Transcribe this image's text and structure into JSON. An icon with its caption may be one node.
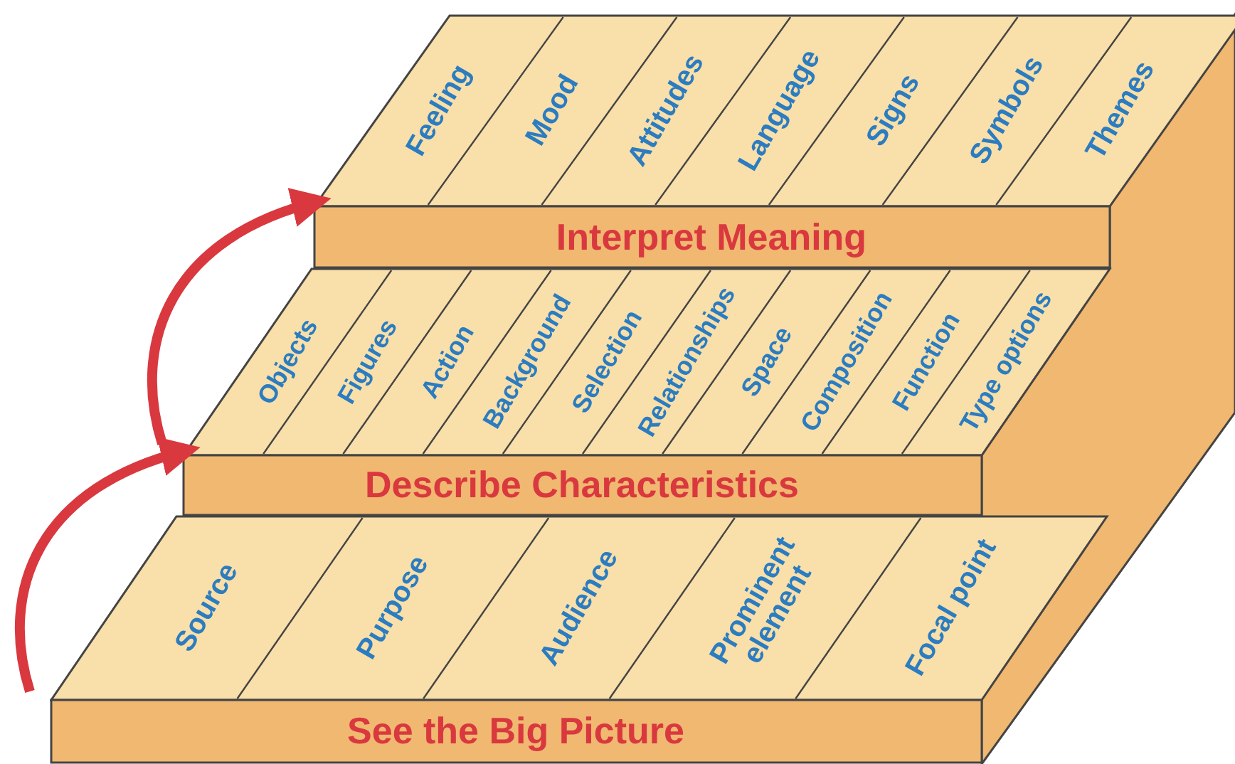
{
  "diagram": {
    "nodes": [
      {
        "text": [
          "Interpret Meaning"
        ]
      },
      {
        "text": [
          "Feeling"
        ],
        "in": 0
      },
      {
        "text": [
          "Mood"
        ],
        "in": 0
      },
      {
        "text": [
          "Attitudes"
        ],
        "in": 0
      },
      {
        "text": [
          "Language"
        ],
        "in": 0
      },
      {
        "text": [
          "Signs"
        ],
        "in": 0
      },
      {
        "text": [
          "Symbols"
        ],
        "in": 0
      },
      {
        "text": [
          "Themes"
        ],
        "in": 0
      },
      {
        "text": [
          "Describe Characteristics"
        ]
      },
      {
        "text": [
          "Objects"
        ],
        "in": 8
      },
      {
        "text": [
          "Figures"
        ],
        "in": 8
      },
      {
        "text": [
          "Action"
        ],
        "in": 8
      },
      {
        "text": [
          "Background"
        ],
        "in": 8
      },
      {
        "text": [
          "Selection"
        ],
        "in": 8
      },
      {
        "text": [
          "Relationships"
        ],
        "in": 8
      },
      {
        "text": [
          "Space"
        ],
        "in": 8
      },
      {
        "text": [
          "Composition"
        ],
        "in": 8
      },
      {
        "text": [
          "Function"
        ],
        "in": 8
      },
      {
        "text": [
          "Type options"
        ],
        "in": 8
      },
      {
        "text": [
          "See the Big Picture"
        ]
      },
      {
        "text": [
          "Source"
        ],
        "in": 19
      },
      {
        "text": [
          "Purpose"
        ],
        "in": 19
      },
      {
        "text": [
          "Audience"
        ],
        "in": 19
      },
      {
        "text": [
          "Prominent element"
        ],
        "in": 19
      },
      {
        "text": [
          "Focal point"
        ],
        "in": 19
      }
    ],
    "edges": [
      {
        "from": 19,
        "to": 8,
        "arrow": "to"
      },
      {
        "from": 8,
        "to": 0,
        "arrow": "to"
      }
    ]
  }
}
